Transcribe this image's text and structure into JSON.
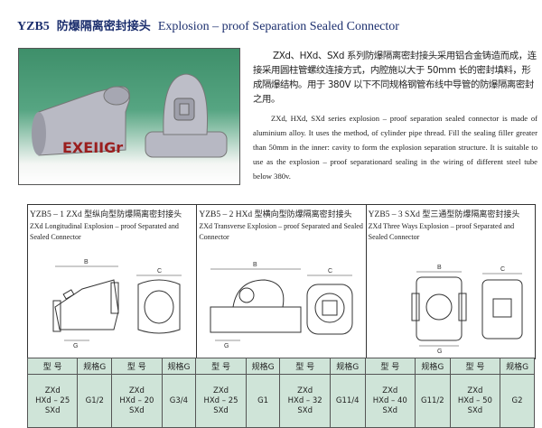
{
  "title": {
    "code": "YZB5",
    "cn": "防爆隔离密封接头",
    "en": "Explosion – proof Separation Sealed Connector"
  },
  "photo": {
    "brand": "EXEIIGr"
  },
  "description": {
    "cn": "ZXd、HXd、SXd 系列防爆隔离密封接头采用铝合金铸造而成，连接采用圆柱管螺纹连接方式，内腔施以大于 50mm 长的密封填料，形成隔爆结构。用于 380V 以下不同规格钢管布线中导管的防爆隔离密封之用。",
    "en": "ZXd, HXd, SXd series explosion – proof separation sealed connector is made of aluminium alloy. It uses the method, of cylinder pipe thread. Fill the sealing filler greater than 50mm in the inner: cavity to form the explosion separation structure. It is suitable to use as the explosion – proof separationard sealing in the wiring of different steel tube below 380v."
  },
  "panels": [
    {
      "code": "YZB5 – 1 ZXd",
      "cn": "型纵向型防爆隔离密封接头",
      "en": "ZXd Longitudinal Explosion – proof Separated and Sealed Connector"
    },
    {
      "code": "YZB5 – 2 HXd",
      "cn": "型横向型防爆隔离密封接头",
      "en": "ZXd Transverse Explosion – proof Separated and Sealed Connector"
    },
    {
      "code": "YZB5 – 3 SXd",
      "cn": "型三通型防爆隔离密封接头",
      "en": "ZXd Three Ways Explosion – proof Separated and Sealed Connector"
    }
  ],
  "diagram_labels": {
    "b": "B",
    "c": "C",
    "g": "G"
  },
  "table": {
    "headers": [
      "型 号",
      "规格G",
      "型 号",
      "规格G",
      "型 号",
      "规格G",
      "型 号",
      "规格G",
      "型 号",
      "规格G",
      "型 号",
      "规格G"
    ],
    "rows": [
      {
        "model": [
          "ZXd",
          "HXd – 25",
          "SXd"
        ],
        "spec": "G1/2"
      },
      {
        "model": [
          "ZXd",
          "HXd – 20",
          "SXd"
        ],
        "spec": "G3/4"
      },
      {
        "model": [
          "ZXd",
          "HXd – 25",
          "SXd"
        ],
        "spec": "G1"
      },
      {
        "model": [
          "ZXd",
          "HXd – 32",
          "SXd"
        ],
        "spec": "G11/4"
      },
      {
        "model": [
          "ZXd",
          "HXd – 40",
          "SXd"
        ],
        "spec": "G11/2"
      },
      {
        "model": [
          "ZXd",
          "HXd – 50",
          "SXd"
        ],
        "spec": "G2"
      }
    ]
  }
}
